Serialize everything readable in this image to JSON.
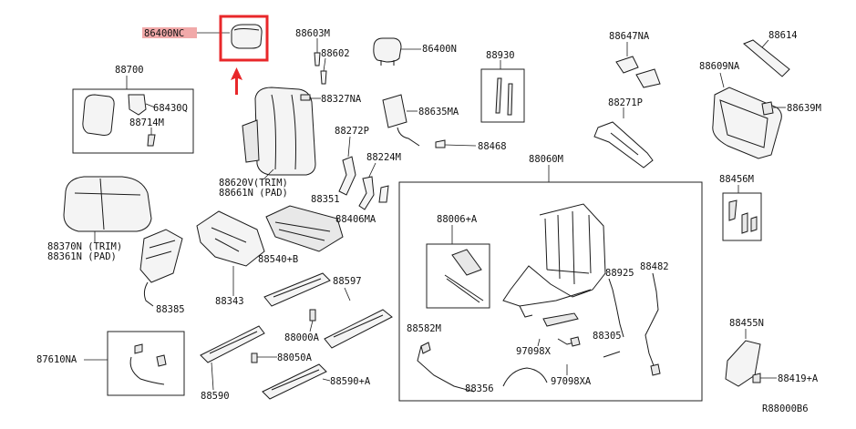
{
  "highlight_color": "#e8272a",
  "highlight_label_bg": "#f1a9a9",
  "diagram_code": "R88000B6",
  "labels": {
    "p86400NC": "86400NC",
    "p88603M": "88603M",
    "p88602": "88602",
    "p86400N": "86400N",
    "p88930": "88930",
    "p88647NA": "88647NA",
    "p88614": "88614",
    "p88700": "88700",
    "p68430Q": "68430Q",
    "p88714M": "88714M",
    "p88327NA": "88327NA",
    "p88635MA": "88635MA",
    "p88609NA": "88609NA",
    "p88271P": "88271P",
    "p88639M": "88639M",
    "p88272P": "88272P",
    "p88468": "88468",
    "p88060M": "88060M",
    "p88224M": "88224M",
    "p88620V": "88620V(TRIM)",
    "p88661N": "88661N (PAD)",
    "p88456M": "88456M",
    "p88351": "88351",
    "p88406MA": "88406MA",
    "p88006A": "88006+A",
    "p88370N": "88370N (TRIM)",
    "p88361N": "88361N (PAD)",
    "p88540B": "88540+B",
    "p88597": "88597",
    "p88925": "88925",
    "p88482": "88482",
    "p88343": "88343",
    "p88385": "88385",
    "p88000A": "88000A",
    "p88455N": "88455N",
    "p88582M": "88582M",
    "p97098X": "97098X",
    "p88305": "88305",
    "p87610NA": "87610NA",
    "p88050A": "88050A",
    "p88590A": "88590+A",
    "p88419A": "88419+A",
    "p88590": "88590",
    "p88356": "88356",
    "p97098XA": "97098XA"
  }
}
